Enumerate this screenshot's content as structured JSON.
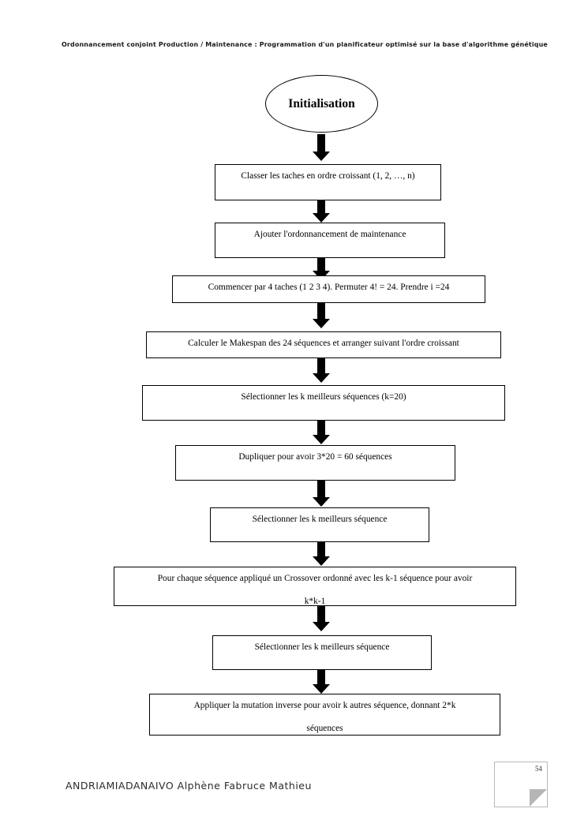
{
  "document": {
    "header": "Ordonnancement conjoint Production / Maintenance : Programmation d'un planificateur optimisé sur la base d'algorithme génétique",
    "footer_author": "ANDRIAMIADANAIVO Alphène Fabruce Mathieu",
    "page_number": "54"
  },
  "flowchart": {
    "type": "flowchart",
    "orientation": "top-to-bottom",
    "colors": {
      "stroke": "#000000",
      "fill": "#ffffff",
      "arrow": "#000000"
    },
    "nodes": [
      {
        "id": "start",
        "shape": "ellipse",
        "label": "Initialisation",
        "lines": [
          "Initialisation"
        ]
      },
      {
        "id": "step1",
        "shape": "rectangle",
        "label": "Classer les taches en ordre croissant (1, 2, …, n)",
        "lines": [
          "Classer les taches en ordre croissant (1, 2, …, n)"
        ]
      },
      {
        "id": "step2",
        "shape": "rectangle",
        "label": "Ajouter l'ordonnancement de maintenance",
        "lines": [
          "Ajouter l'ordonnancement de maintenance"
        ]
      },
      {
        "id": "step3",
        "shape": "rectangle",
        "label": "Commencer par 4 taches (1 2 3 4). Permuter 4! = 24. Prendre i =24",
        "lines": [
          "Commencer par 4 taches (1 2 3 4). Permuter 4! = 24. Prendre i =24"
        ]
      },
      {
        "id": "step4",
        "shape": "rectangle",
        "label": "Calculer le Makespan des 24 séquences et arranger suivant l'ordre croissant",
        "lines": [
          "Calculer le Makespan des 24 séquences et arranger suivant l'ordre croissant"
        ]
      },
      {
        "id": "step5",
        "shape": "rectangle",
        "label": "Sélectionner les k meilleurs séquences (k=20)",
        "lines": [
          "Sélectionner les k meilleurs séquences (k=20)"
        ]
      },
      {
        "id": "step6",
        "shape": "rectangle",
        "label": "Dupliquer pour avoir 3*20 = 60 séquences",
        "lines": [
          "Dupliquer pour avoir 3*20 = 60 séquences"
        ]
      },
      {
        "id": "step7",
        "shape": "rectangle",
        "label": "Sélectionner les k meilleurs séquence",
        "lines": [
          "Sélectionner les k meilleurs séquence"
        ]
      },
      {
        "id": "step8",
        "shape": "rectangle",
        "label": "Pour chaque séquence appliqué un Crossover ordonné avec les k-1 séquence pour avoir k*k-1",
        "lines": [
          "Pour chaque séquence appliqué un Crossover ordonné avec les k-1 séquence pour avoir",
          "k*k-1"
        ]
      },
      {
        "id": "step9",
        "shape": "rectangle",
        "label": "Sélectionner les k meilleurs séquence",
        "lines": [
          "Sélectionner les k meilleurs séquence"
        ]
      },
      {
        "id": "step10",
        "shape": "rectangle",
        "label": "Appliquer la mutation inverse pour avoir k autres séquence, donnant 2*k séquences",
        "lines": [
          "Appliquer la mutation inverse pour avoir k autres séquence, donnant 2*k",
          "séquences"
        ]
      }
    ],
    "edges": [
      {
        "from": "start",
        "to": "step1",
        "style": "block-arrow"
      },
      {
        "from": "step1",
        "to": "step2",
        "style": "block-arrow"
      },
      {
        "from": "step2",
        "to": "step3",
        "style": "block-arrow"
      },
      {
        "from": "step3",
        "to": "step4",
        "style": "block-arrow"
      },
      {
        "from": "step4",
        "to": "step5",
        "style": "block-arrow"
      },
      {
        "from": "step5",
        "to": "step6",
        "style": "block-arrow"
      },
      {
        "from": "step6",
        "to": "step7",
        "style": "block-arrow"
      },
      {
        "from": "step7",
        "to": "step8",
        "style": "block-arrow"
      },
      {
        "from": "step8",
        "to": "step9",
        "style": "block-arrow"
      },
      {
        "from": "step9",
        "to": "step10",
        "style": "block-arrow"
      }
    ]
  }
}
